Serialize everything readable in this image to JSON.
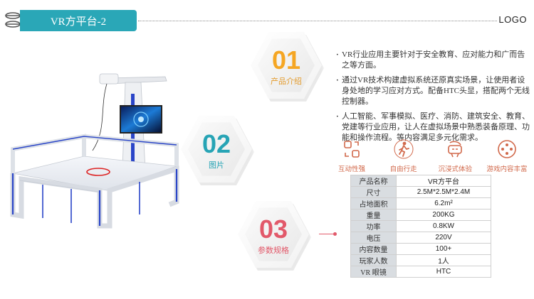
{
  "header": {
    "title": "VR方平台-2",
    "logo": "LOGO"
  },
  "hexagons": [
    {
      "num": "01",
      "label": "产品介绍"
    },
    {
      "num": "02",
      "label": "图片"
    },
    {
      "num": "03",
      "label": "参数规格"
    }
  ],
  "bullets": [
    "VR行业应用主要针对于安全教育、应对能力和广而告之等方面。",
    "通过VR技术构建虚拟系统还原真实场景，让使用者设身处地的学习应对方式。配备HTC头显，搭配两个无线控制器。",
    "人工智能、军事模拟、医疗、消防、建筑安全、教育、党建等行业应用，让人在虚拟场景中熟悉装备原理、功能和操作流程。等内容满足多元化需求。"
  ],
  "features": [
    {
      "label": "互动性强",
      "icon": "interaction-icon"
    },
    {
      "label": "自由行走",
      "icon": "walking-icon"
    },
    {
      "label": "沉浸式体验",
      "icon": "vr-headset-icon"
    },
    {
      "label": "游戏内容丰富",
      "icon": "gamepad-icon"
    }
  ],
  "specs": [
    {
      "key": "产品名称",
      "value": "VR方平台"
    },
    {
      "key": "尺寸",
      "value": "2.5M*2.5M*2.4M"
    },
    {
      "key": "占地面积",
      "value": "6.2m²"
    },
    {
      "key": "重量",
      "value": "200KG"
    },
    {
      "key": "功率",
      "value": "0.8KW"
    },
    {
      "key": "电压",
      "value": "220V"
    },
    {
      "key": "内容数量",
      "value": "100+"
    },
    {
      "key": "玩家人数",
      "value": "1人"
    },
    {
      "key": "VR 眼镜",
      "value": "HTC"
    }
  ],
  "colors": {
    "teal": "#2aa7b7",
    "orange": "#f5a623",
    "red": "#e2596a",
    "feature": "#d1694b"
  }
}
